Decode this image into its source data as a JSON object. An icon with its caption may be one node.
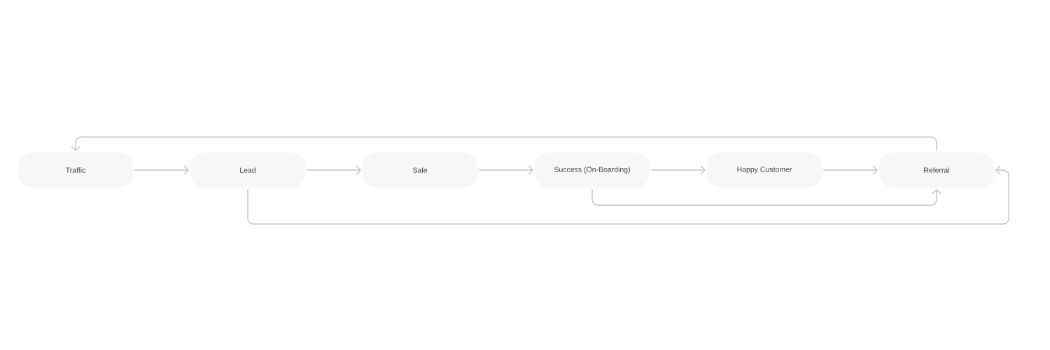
{
  "diagram": {
    "nodes": [
      {
        "text": [
          "Traffic"
        ]
      },
      {
        "text": [
          "Lead"
        ]
      },
      {
        "text": [
          "Sale"
        ]
      },
      {
        "text": [
          "Success (On-Boarding)"
        ]
      },
      {
        "text": [
          "Happy Customer"
        ]
      },
      {
        "text": [
          "Referral"
        ]
      }
    ],
    "edges": [
      {
        "from": 0,
        "to": 1,
        "arrow": "to"
      },
      {
        "from": 1,
        "to": 2,
        "arrow": "to"
      },
      {
        "from": 2,
        "to": 3,
        "arrow": "to"
      },
      {
        "from": 3,
        "to": 4,
        "arrow": "to"
      },
      {
        "from": 4,
        "to": 5,
        "arrow": "to"
      },
      {
        "from": 5,
        "to": 0,
        "arrow": "to"
      },
      {
        "from": 3,
        "to": 5,
        "arrow": "to"
      },
      {
        "from": 1,
        "to": 5,
        "arrow": "to"
      }
    ]
  }
}
